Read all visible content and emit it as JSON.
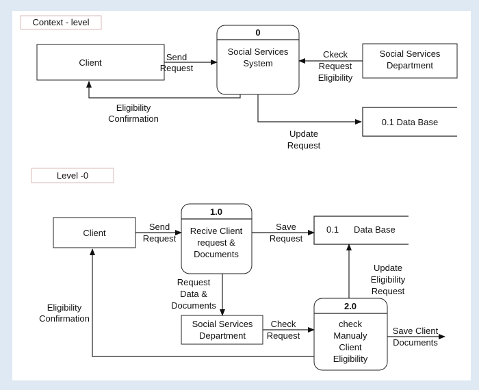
{
  "context_level": {
    "label": "Context - level",
    "client": "Client",
    "process": {
      "number": "0",
      "line1": "Social Services",
      "line2": "System"
    },
    "department": {
      "line1": "Social Services",
      "line2": "Department"
    },
    "database": "0.1  Data Base",
    "flows": {
      "send_request": [
        "Send",
        "Request"
      ],
      "check_request": [
        "Ckeck",
        "Request",
        "Eligibility"
      ],
      "eligibility_confirmation": [
        "Eligibility",
        "Confirmation"
      ],
      "update_request": [
        "Update",
        "Request"
      ]
    }
  },
  "level_0": {
    "label": "Level -0",
    "client": "Client",
    "process1": {
      "number": "1.0",
      "line1": "Recive Client",
      "line2": "request &",
      "line3": "Documents"
    },
    "process2": {
      "number": "2.0",
      "line1": "check",
      "line2": "Manualy",
      "line3": "Client",
      "line4": "Eligibility"
    },
    "database": {
      "id": "0.1",
      "name": "Data Base"
    },
    "department": {
      "line1": "Social Services",
      "line2": "Department"
    },
    "flows": {
      "send_request": [
        "Send",
        "Request"
      ],
      "save_request": [
        "Save",
        "Request"
      ],
      "request_data_documents": [
        "Request",
        "Data &",
        "Documents"
      ],
      "check_request": [
        "Check",
        "Request"
      ],
      "update_eligibility_request": [
        "Update",
        "Eligibility",
        "Request"
      ],
      "save_client_documents": [
        "Save Client",
        "Documents"
      ],
      "eligibility_confirmation": [
        "Eligibility",
        "Confirmation"
      ]
    }
  }
}
